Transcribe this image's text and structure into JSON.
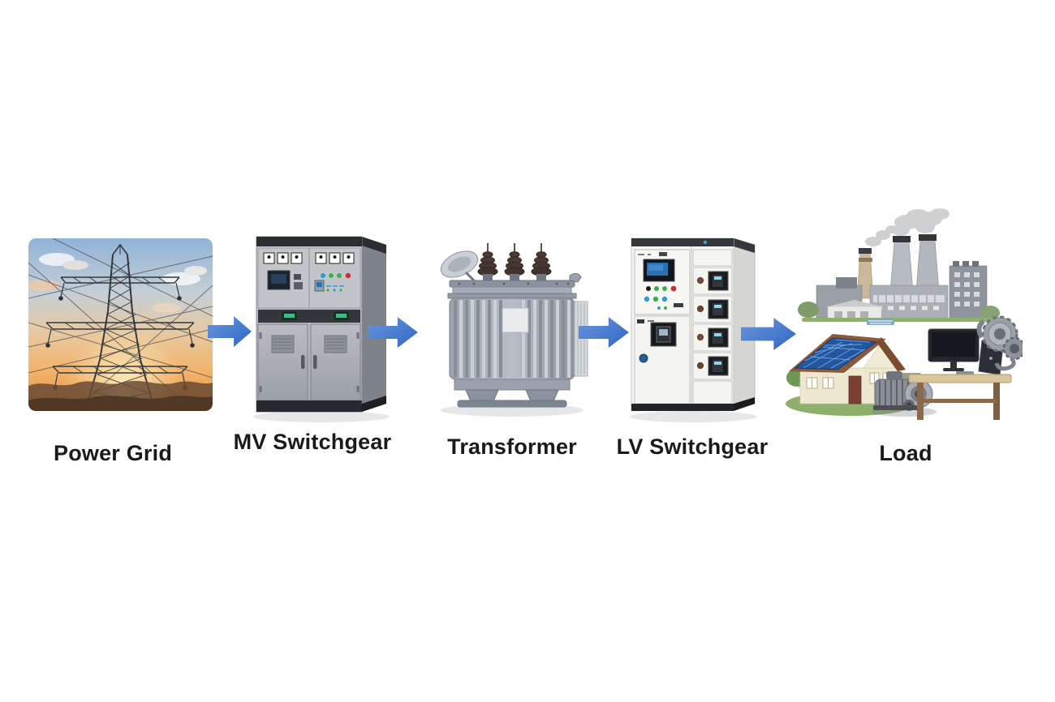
{
  "diagram": {
    "type": "flow",
    "direction": "left-to-right",
    "background": "#ffffff",
    "arrow_color": "#3f78d2",
    "label_color": "#1a1a1a",
    "stages": [
      {
        "label": "Power Grid",
        "illustration": "transmission-tower-sunset-photo"
      },
      {
        "label": "MV Switchgear",
        "illustration": "mv-switchgear-cabinet"
      },
      {
        "label": "Transformer",
        "illustration": "oil-immersed-transformer"
      },
      {
        "label": "LV Switchgear",
        "illustration": "lv-switchgear-cabinet"
      },
      {
        "label": "Load",
        "illustration": "factory-house-computer-motor"
      }
    ]
  }
}
